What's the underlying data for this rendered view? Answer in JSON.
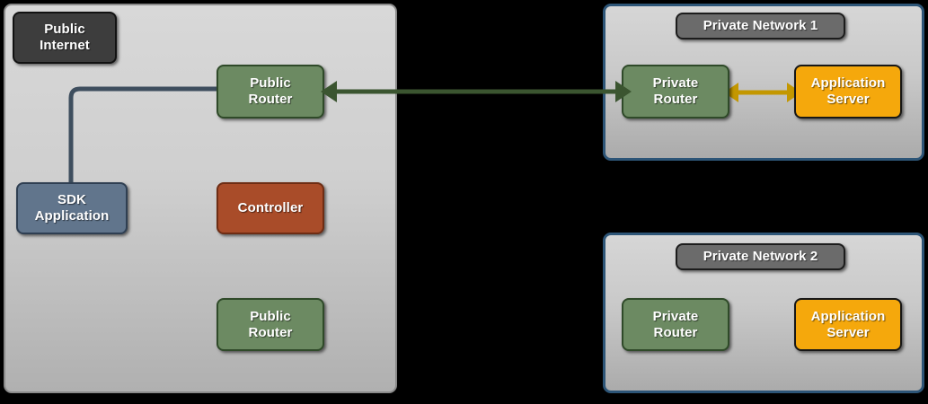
{
  "diagram": {
    "type": "network-architecture",
    "title": "",
    "colors": {
      "public_zone_fill": "#cfcfcf",
      "public_zone_border": "#8a8a8a",
      "private_zone_border": "#2d5577",
      "internet_node": "#3d3d3d",
      "network_label_node": "#6b6b6b",
      "router_node": "#6c8a62",
      "router_node_border": "#2f4a29",
      "sdk_node": "#61758c",
      "controller_node": "#a94c29",
      "app_server_node": "#f5a80c",
      "elbow_arrow": "#3e4e5e",
      "cross_zone_arrow": "#3b5530",
      "internal_link_arrow": "#c39700",
      "background": "#000000"
    }
  },
  "public_zone": {
    "name": "public-zone",
    "nodes": [
      {
        "id": "public-internet",
        "label": "Public\nInternet",
        "style": "dark"
      },
      {
        "id": "public-router-top",
        "label": "Public\nRouter",
        "style": "green"
      },
      {
        "id": "sdk-application",
        "label": "SDK\nApplication",
        "style": "slate"
      },
      {
        "id": "controller",
        "label": "Controller",
        "style": "rust"
      },
      {
        "id": "public-router-bottom",
        "label": "Public\nRouter",
        "style": "green"
      }
    ]
  },
  "private_network_1": {
    "title": "Private Network 1",
    "nodes": [
      {
        "id": "private-router-1",
        "label": "Private\nRouter",
        "style": "green"
      },
      {
        "id": "application-server-1",
        "label": "Application\nServer",
        "style": "orange"
      }
    ]
  },
  "private_network_2": {
    "title": "Private Network 2",
    "nodes": [
      {
        "id": "private-router-2",
        "label": "Private\nRouter",
        "style": "green"
      },
      {
        "id": "application-server-2",
        "label": "Application\nServer",
        "style": "orange"
      }
    ]
  },
  "connectors": [
    {
      "id": "internet-to-public-router",
      "from": "public-internet",
      "to": "public-router-top",
      "shape": "elbow",
      "direction": "bidirectional",
      "color": "#3e4e5e",
      "label": ""
    },
    {
      "id": "public-router-to-private-router",
      "from": "public-router-top",
      "to": "private-router-1",
      "shape": "straight",
      "direction": "bidirectional",
      "color": "#3b5530",
      "label": ""
    },
    {
      "id": "private-router-to-app-server",
      "from": "private-router-1",
      "to": "application-server-1",
      "shape": "straight",
      "direction": "bidirectional",
      "color": "#c39700",
      "label": ""
    }
  ]
}
